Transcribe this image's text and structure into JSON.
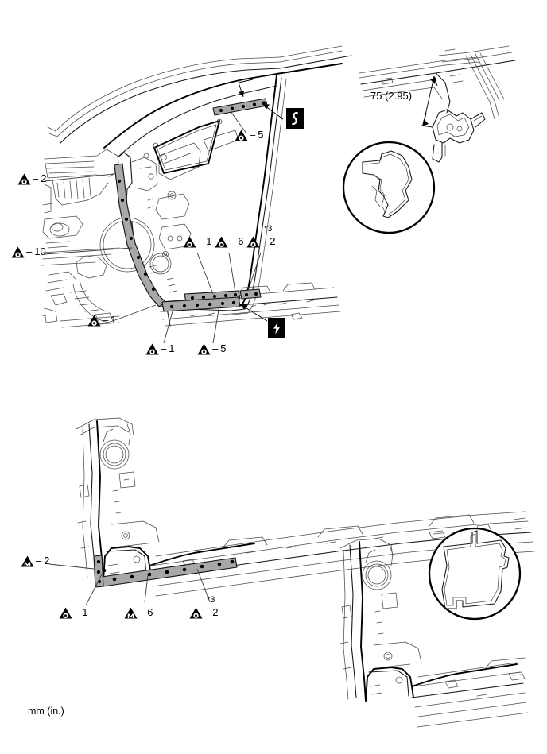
{
  "document": {
    "unit_note": "mm (in.)"
  },
  "figures": [
    {
      "id": "front-pillar-upper",
      "name": "front-body-pillar-sealer-view",
      "callouts": [
        {
          "id": "u-5",
          "marker": "circle",
          "number": "5",
          "note": ""
        },
        {
          "id": "u-2a",
          "marker": "circle",
          "number": "2",
          "note": ""
        },
        {
          "id": "u-10",
          "marker": "circle",
          "number": "10",
          "note": ""
        },
        {
          "id": "u-1a",
          "marker": "circle",
          "number": "1",
          "note": ""
        },
        {
          "id": "u-6",
          "marker": "circle",
          "number": "6",
          "note": ""
        },
        {
          "id": "u-2b",
          "marker": "circle",
          "number": "2",
          "note": "*3"
        },
        {
          "id": "u-1b",
          "marker": "circle",
          "number": "1",
          "note": ""
        },
        {
          "id": "u-1c",
          "marker": "circle",
          "number": "1",
          "note": ""
        },
        {
          "id": "u-5b",
          "marker": "circle",
          "number": "5",
          "note": ""
        }
      ],
      "symbol_badges": [
        {
          "id": "badge-sealer-bead",
          "glyph": "s-curve-icon"
        },
        {
          "id": "badge-bolt",
          "glyph": "lightning-bolt-icon"
        }
      ]
    },
    {
      "id": "rocker-detail",
      "name": "rocker-panel-sealer-view",
      "callouts": [
        {
          "id": "l-2a",
          "marker": "m-triangle",
          "number": "2",
          "note": ""
        },
        {
          "id": "l-1",
          "marker": "circle",
          "number": "1",
          "note": ""
        },
        {
          "id": "l-6",
          "marker": "m-triangle",
          "number": "6",
          "note": ""
        },
        {
          "id": "l-2b",
          "marker": "circle",
          "number": "2",
          "note": "*3"
        }
      ]
    }
  ],
  "detail_views": [
    {
      "id": "detail-upper-section",
      "name": "roof-side-rail-section-detail",
      "dimension": "75 (2.95)"
    },
    {
      "id": "detail-lower-section",
      "name": "rocker-section-detail",
      "dimension": ""
    }
  ]
}
